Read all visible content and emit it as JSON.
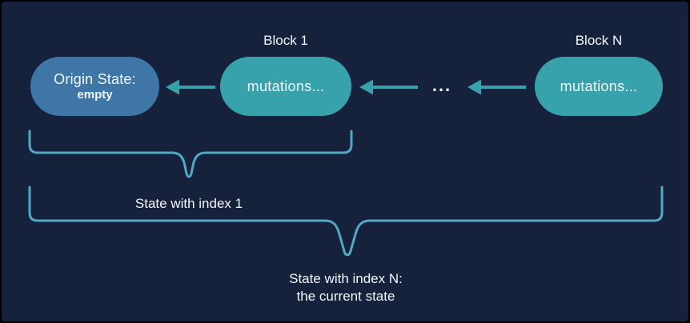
{
  "colors": {
    "background": "#16213B",
    "border": "#000000",
    "origin_pill": "#3E77A7",
    "block_pill": "#38A2AC",
    "arrow": "#38A2AC",
    "brace": "#52A9C5",
    "text": "#F4F6F9"
  },
  "diagram": {
    "origin_state": {
      "title": "Origin State:",
      "subtitle": "empty"
    },
    "block_1": {
      "label": "Block 1",
      "content": "mutations..."
    },
    "block_n": {
      "label": "Block N",
      "content": "mutations..."
    },
    "ellipsis": "...",
    "brace_1": {
      "label": "State with index 1"
    },
    "brace_n": {
      "label_line_1": "State with index N:",
      "label_line_2": "the current state"
    }
  }
}
